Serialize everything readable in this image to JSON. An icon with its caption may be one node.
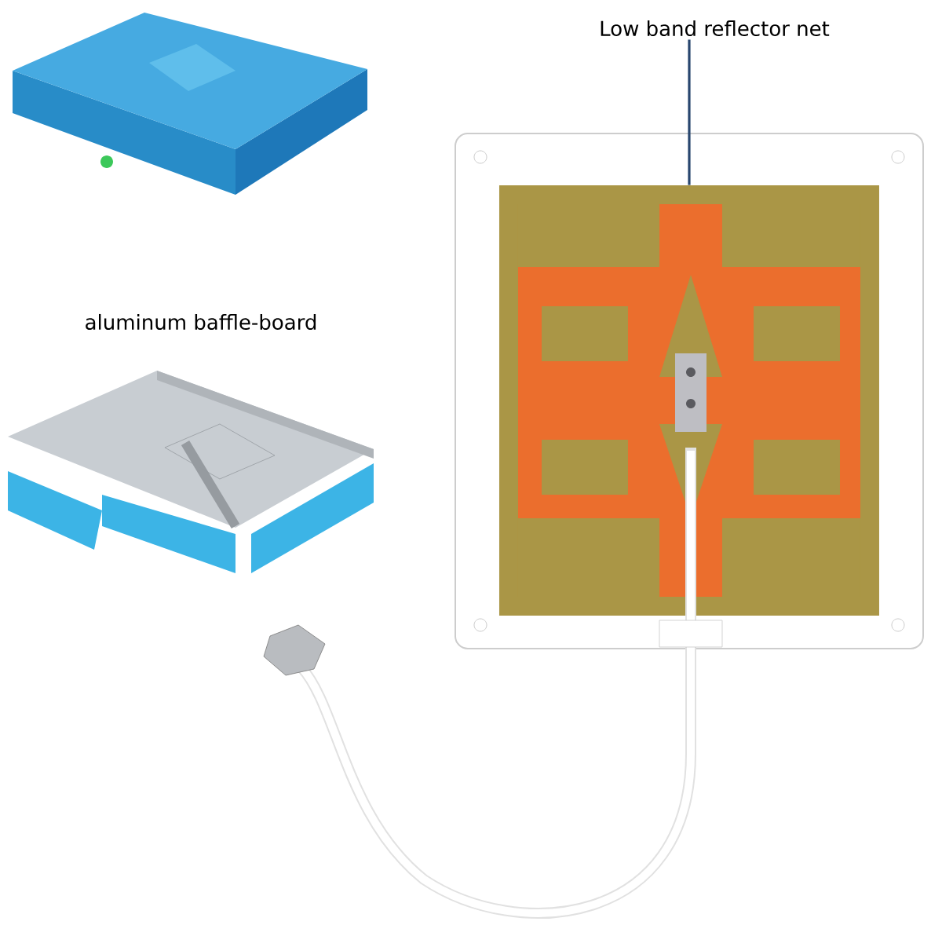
{
  "diagram": {
    "nodes": [
      {
        "text": [
          "Low band reflector net"
        ]
      },
      {
        "text": [],
        "shape": "picture"
      }
    ],
    "edges": [
      {
        "from": 0,
        "to": 1,
        "arrow": "none"
      }
    ],
    "labels": [
      "aluminum baffle-board"
    ]
  }
}
